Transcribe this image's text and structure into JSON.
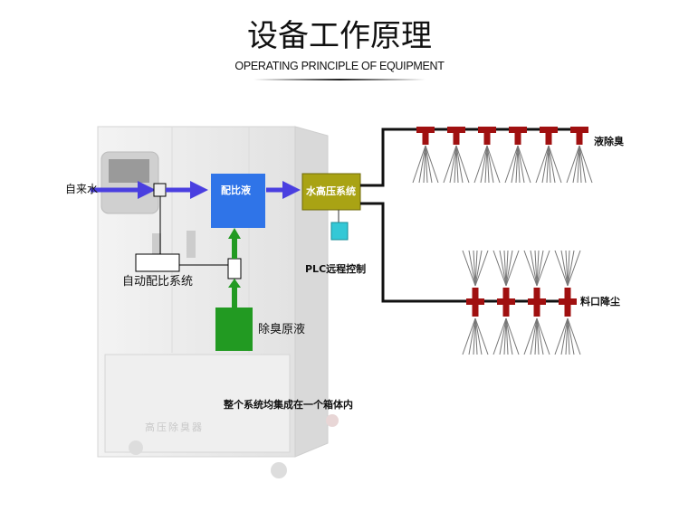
{
  "header": {
    "title": "设备工作原理",
    "subtitle": "OPERATING PRINCIPLE OF EQUIPMENT"
  },
  "diagram": {
    "tap_water": "自来水",
    "mixing_liquid": "配比液",
    "high_pressure_system": "水高压系统",
    "plc_control": "PLC远程控制",
    "auto_ratio_system": "自动配比系统",
    "deodorant_stock": "除臭原液",
    "liquid_deodorize": "液除臭",
    "dust_suppression": "料口降尘",
    "integration_note": "整个系统均集成在一个箱体内",
    "cabinet_label": "高压除臭器"
  },
  "colors": {
    "water_arrow": "#4a3fe0",
    "mixing_box": "#2f74e8",
    "hp_box": "#a9a314",
    "plc_box": "#33c8d6",
    "stock_box": "#229a22",
    "nozzle": "#a01010",
    "pipe": "#111111"
  }
}
